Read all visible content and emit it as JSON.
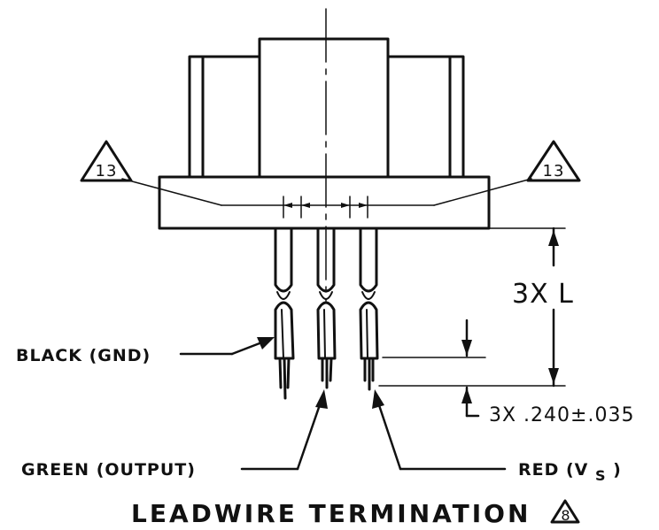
{
  "labels": {
    "black_wire": "BLACK (GND)",
    "green_wire": "GREEN (OUTPUT)",
    "red_wire_main": "RED (V",
    "red_wire_sub": "S",
    "red_wire_close": ")",
    "dimension_length": "3X  L",
    "dimension_strip": "3X .240±.035"
  },
  "callouts": {
    "left_note": "13",
    "right_note": "13",
    "title_note": "8"
  },
  "title": "LEADWIRE TERMINATION",
  "colors": {
    "ink": "#111111",
    "background": "#ffffff"
  }
}
